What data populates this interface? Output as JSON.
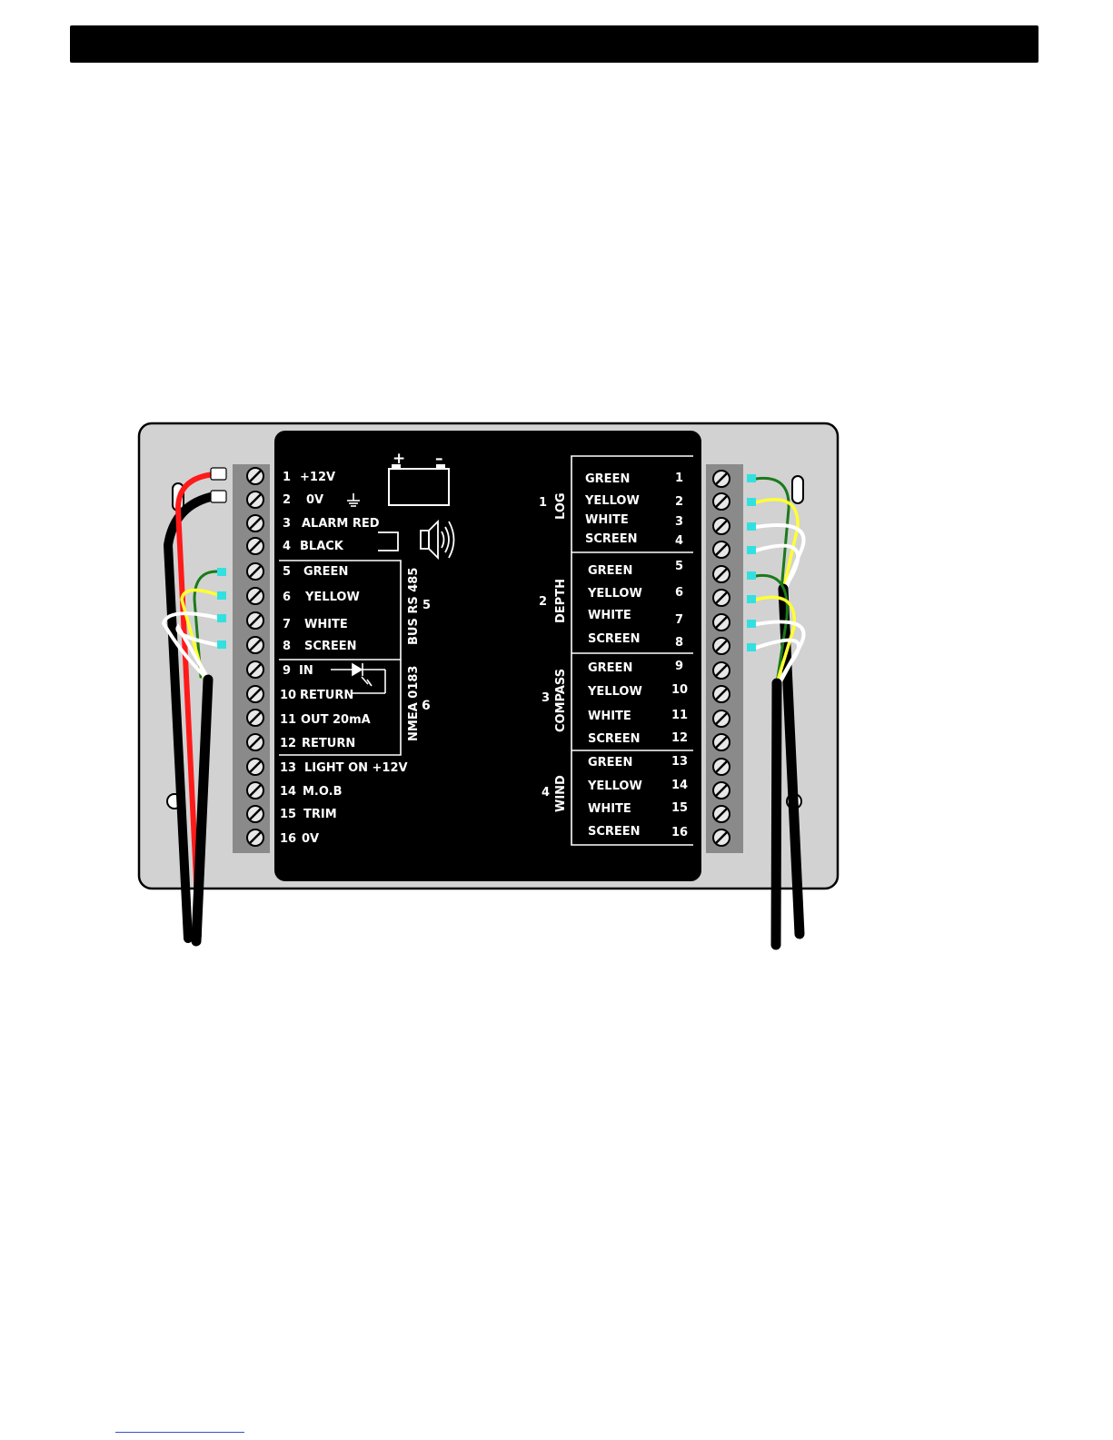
{
  "colors": {
    "board": "#d2d2d2",
    "panel": "#000000",
    "terminal_strip": "#8a8a8a",
    "wire_red": "#ff1a1a",
    "wire_green": "#1a7a1a",
    "wire_yellow": "#ffff33",
    "wire_white": "#ffffff",
    "wire_tip": "#33e0e0",
    "header_bar": "#000000"
  },
  "left_terminals": [
    {
      "num": "1",
      "label": "+12V"
    },
    {
      "num": "2",
      "label": "0V"
    },
    {
      "num": "3",
      "label": "ALARM RED"
    },
    {
      "num": "4",
      "label": "BLACK"
    },
    {
      "num": "5",
      "label": "GREEN"
    },
    {
      "num": "6",
      "label": "YELLOW"
    },
    {
      "num": "7",
      "label": "WHITE"
    },
    {
      "num": "8",
      "label": "SCREEN"
    },
    {
      "num": "9",
      "label": "IN"
    },
    {
      "num": "10",
      "label": "RETURN"
    },
    {
      "num": "11",
      "label": "OUT 20mA"
    },
    {
      "num": "12",
      "label": "RETURN"
    },
    {
      "num": "13",
      "label": "LIGHT ON +12V"
    },
    {
      "num": "14",
      "label": "M.O.B"
    },
    {
      "num": "15",
      "label": "TRIM"
    },
    {
      "num": "16",
      "label": "0V"
    }
  ],
  "left_groups": [
    {
      "name": "BUS RS 485",
      "num": "5"
    },
    {
      "name": "NMEA 0183",
      "num": "6"
    }
  ],
  "right_groups": [
    {
      "num": "1",
      "name": "LOG"
    },
    {
      "num": "2",
      "name": "DEPTH"
    },
    {
      "num": "3",
      "name": "COMPASS"
    },
    {
      "num": "4",
      "name": "WIND"
    }
  ],
  "right_terminals": [
    {
      "label": "GREEN",
      "num": "1"
    },
    {
      "label": "YELLOW",
      "num": "2"
    },
    {
      "label": "WHITE",
      "num": "3"
    },
    {
      "label": "SCREEN",
      "num": "4"
    },
    {
      "label": "GREEN",
      "num": "5"
    },
    {
      "label": "YELLOW",
      "num": "6"
    },
    {
      "label": "WHITE",
      "num": "7"
    },
    {
      "label": "SCREEN",
      "num": "8"
    },
    {
      "label": "GREEN",
      "num": "9"
    },
    {
      "label": "YELLOW",
      "num": "10"
    },
    {
      "label": "WHITE",
      "num": "11"
    },
    {
      "label": "SCREEN",
      "num": "12"
    },
    {
      "label": "GREEN",
      "num": "13"
    },
    {
      "label": "YELLOW",
      "num": "14"
    },
    {
      "label": "WHITE",
      "num": "15"
    },
    {
      "label": "SCREEN",
      "num": "16"
    }
  ],
  "battery_symbol": {
    "plus": "+",
    "minus": "–"
  },
  "icons": [
    "battery-icon",
    "ground-icon",
    "speaker-icon",
    "optocoupler-icon",
    "terminal-screw-icon"
  ]
}
